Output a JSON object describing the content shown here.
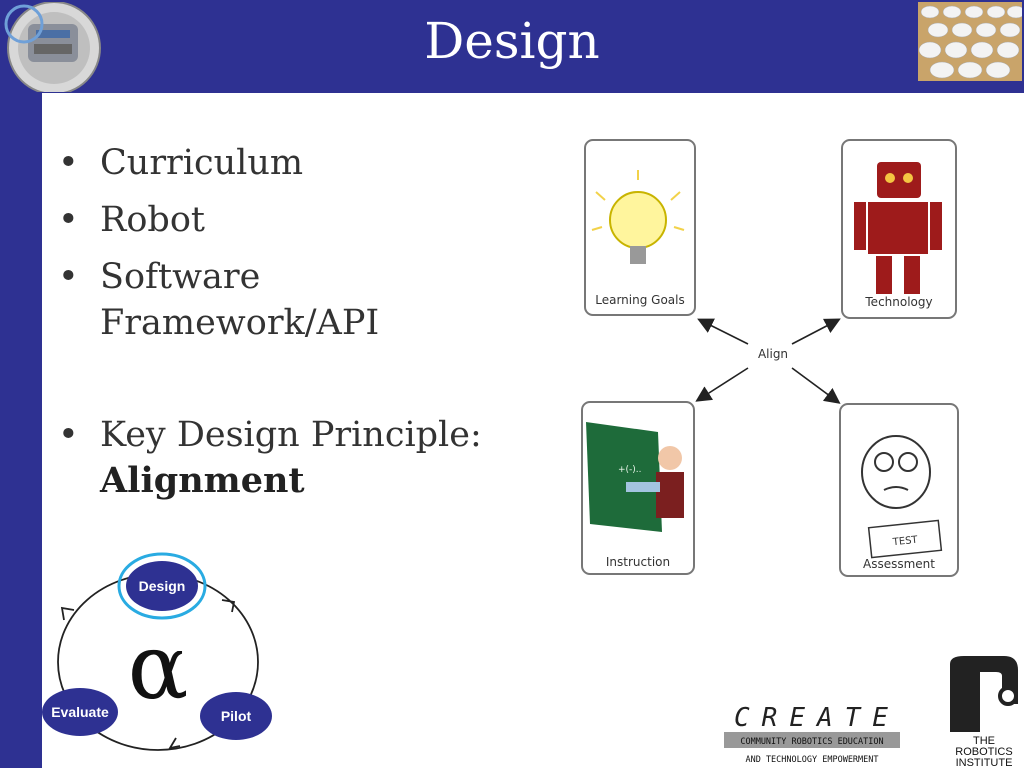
{
  "slide": {
    "title": "Design",
    "bullets": [
      {
        "text": "Curriculum"
      },
      {
        "text": "Robot"
      },
      {
        "text": "Software Framework/API"
      }
    ],
    "principle": {
      "prefix": "Key Design Principle:",
      "emphasis": "Alignment"
    }
  },
  "alignment_diagram": {
    "center": "Align",
    "cards": {
      "top_left": "Learning Goals",
      "top_right": "Technology",
      "bottom_left": "Instruction",
      "bottom_right": "Assessment"
    }
  },
  "cycle_diagram": {
    "nodes": {
      "design": "Design",
      "pilot": "Pilot",
      "evaluate": "Evaluate"
    },
    "symbol": "α"
  },
  "logos": {
    "create_wordmark": "CREATE",
    "create_line1": "COMMUNITY ROBOTICS EDUCATION",
    "create_line2": "AND TECHNOLOGY EMPOWERMENT",
    "ri_line1": "THE",
    "ri_line2": "ROBOTICS",
    "ri_line3": "INSTITUTE"
  },
  "colors": {
    "bar": "#2e3192",
    "node": "#2e3192",
    "highlight": "#29abe2",
    "robot": "#9e1b1b"
  }
}
